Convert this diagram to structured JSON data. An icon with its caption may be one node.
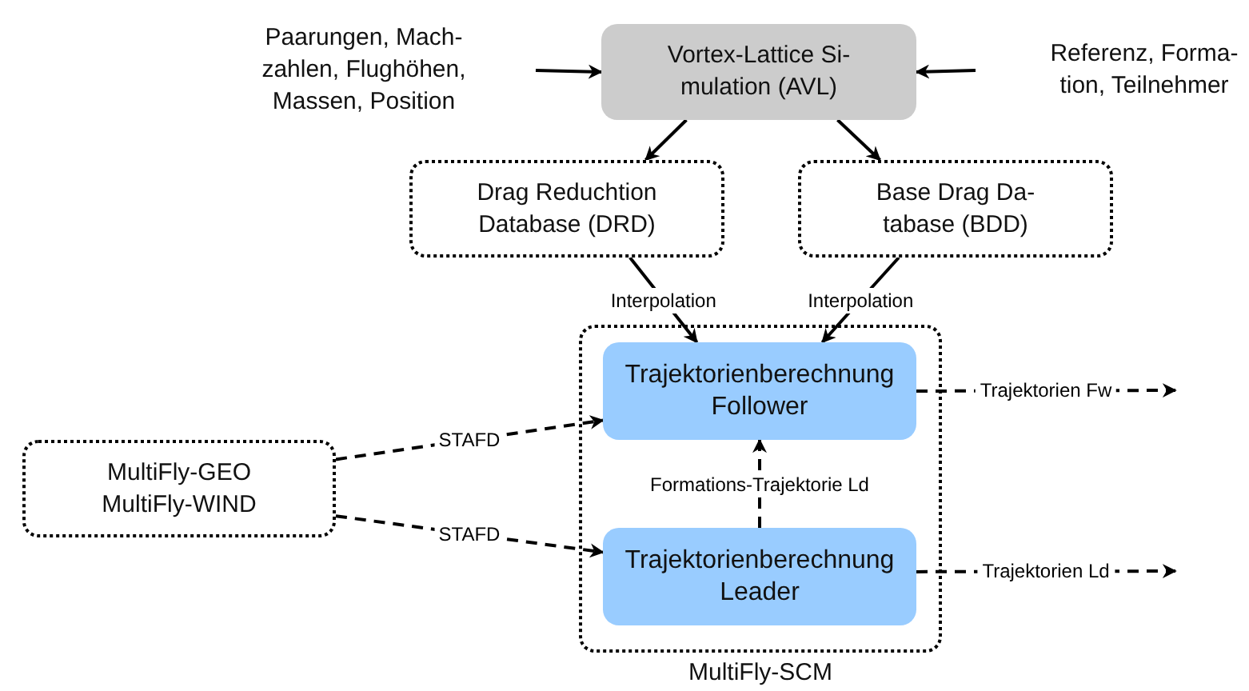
{
  "diagram": {
    "nodes": [
      {
        "text": [
          "Paarungen, Mach- zahlen, Flughöhen, Massen, Position"
        ]
      },
      {
        "text": [
          "Vortex-Lattice Si- mulation (AVL)"
        ]
      },
      {
        "text": [
          "Referenz, Forma- tion, Teilnehmer"
        ]
      },
      {
        "text": [
          "Drag Reduchtion Database (DRD)"
        ]
      },
      {
        "text": [
          "Base Drag Da- tabase (BDD)"
        ]
      },
      {
        "text": [
          "MultiFly-SCM"
        ]
      },
      {
        "text": [
          "Trajektorienberechnung Follower"
        ],
        "in": 5
      },
      {
        "text": [
          "Trajektorienberechnung Leader"
        ],
        "in": 5
      },
      {
        "text": [
          "MultiFly-GEO",
          "MultiFly-WIND"
        ]
      }
    ],
    "edges": [
      {
        "from": 0,
        "to": 1,
        "arrow": "to"
      },
      {
        "from": 2,
        "to": 1,
        "arrow": "to"
      },
      {
        "from": 1,
        "to": 3,
        "arrow": "to"
      },
      {
        "from": 1,
        "to": 4,
        "arrow": "to"
      },
      {
        "from": 3,
        "to": 6,
        "arrow": "to",
        "label": "Interpolation"
      },
      {
        "from": 4,
        "to": 6,
        "arrow": "to",
        "label": "Interpolation"
      },
      {
        "from": 8,
        "to": 6,
        "arrow": "to",
        "label": "STAFD",
        "style": "dashed"
      },
      {
        "from": 8,
        "to": 7,
        "arrow": "to",
        "label": "STAFD",
        "style": "dashed"
      },
      {
        "from": 7,
        "to": 6,
        "arrow": "to",
        "label": "Formations-Trajektorie Ld",
        "style": "dashed"
      },
      {
        "from": 6,
        "to": null,
        "arrow": "to",
        "label": "Trajektorien Fw",
        "style": "dashed"
      },
      {
        "from": 7,
        "to": null,
        "arrow": "to",
        "label": "Trajektorien Ld",
        "style": "dashed"
      }
    ]
  }
}
